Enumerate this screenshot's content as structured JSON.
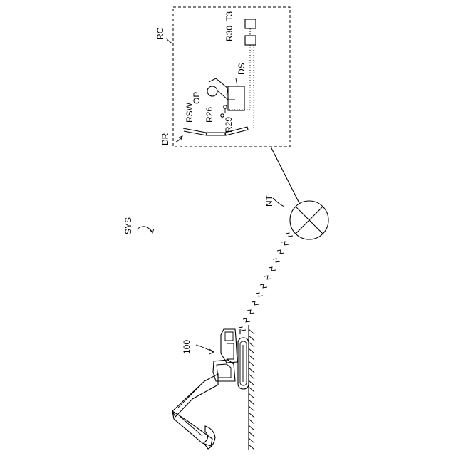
{
  "labels": {
    "system": "SYS",
    "network": "NT",
    "remote_control_room": "RC",
    "driver_seat": "DR",
    "display": "DS",
    "operator": "OP",
    "remote_switch": "RSW",
    "r26": "R26",
    "r29": "R29",
    "r30": "R30",
    "t3": "T3",
    "shovel": "100"
  }
}
